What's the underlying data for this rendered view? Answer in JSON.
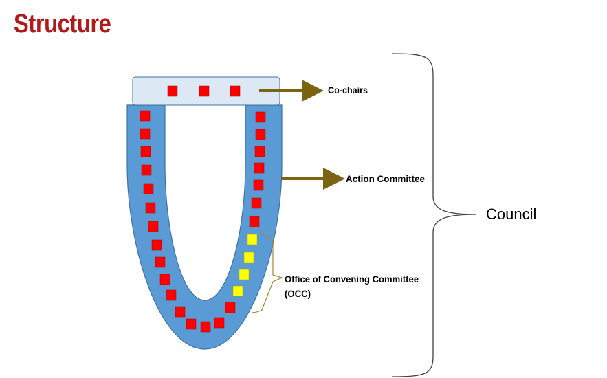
{
  "title": "Structure",
  "colors": {
    "title": "#b01a1a",
    "u_shape_fill": "#5b9bd5",
    "u_shape_stroke": "#41729f",
    "cochair_box_fill": "#dce9f5",
    "cochair_box_stroke": "#41729f",
    "member": "#ff0000",
    "member_stroke": "#a00000",
    "occ_member": "#ffff00",
    "occ_member_stroke": "#a0a000",
    "arrow": "#7a6412",
    "occ_bracket": "#a0823c",
    "council_brace": "#404040"
  },
  "labels": {
    "co_chairs": "Co-chairs",
    "action_committee": "Action Committee",
    "occ_line1": "Office of Convening Committee",
    "occ_line2": "(OCC)",
    "council": "Council"
  },
  "counts": {
    "co_chairs": 3,
    "occ_members": 4
  }
}
